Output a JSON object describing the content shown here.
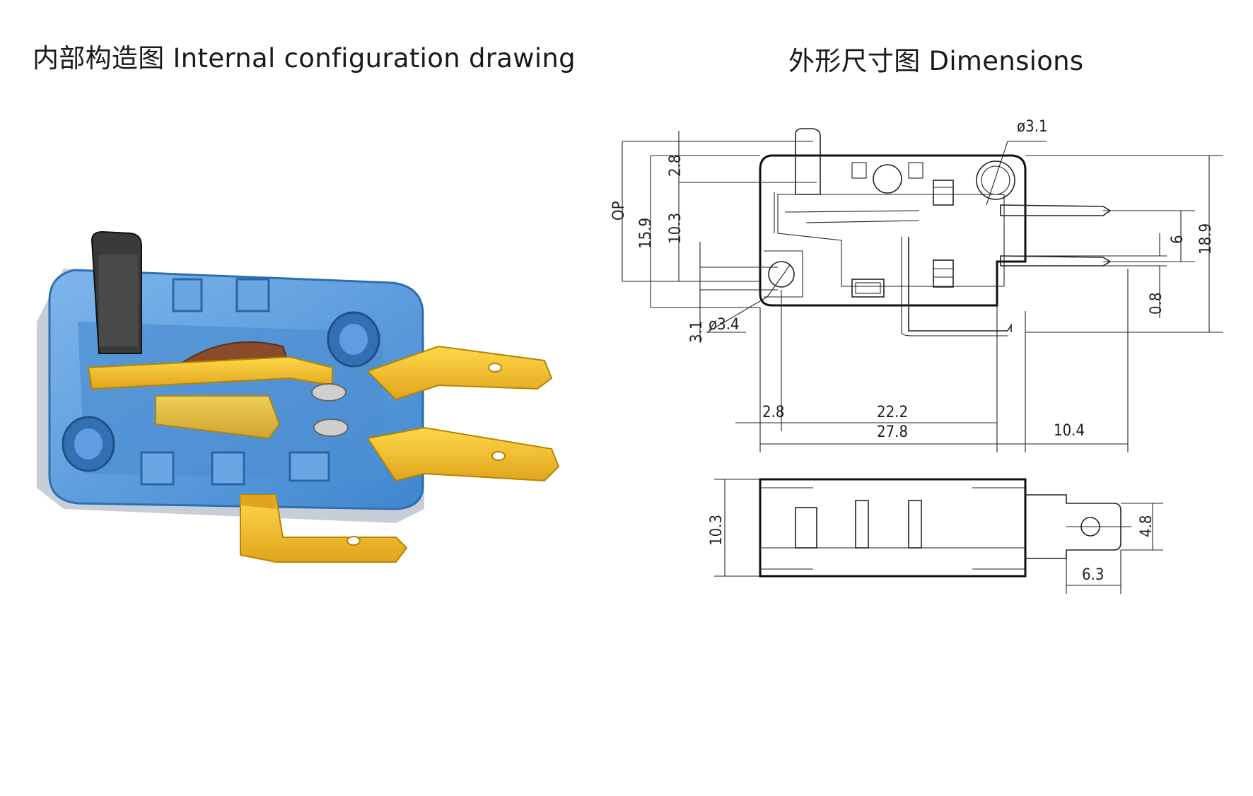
{
  "titles": {
    "left": "内部构造图 Internal configuration drawing",
    "right": "外形尺寸图 Dimensions"
  },
  "dimensions": {
    "phi_3_1": "ø3.1",
    "phi_3_4": "ø3.4",
    "v_2_8": "2.8",
    "v_op": "OP",
    "v_15_9": "15.9",
    "v_10_3": "10.3",
    "v_3_1": "3.1",
    "v_6": "6",
    "v_18_9": "18.9",
    "v_0_8": "0.8",
    "h_2_8": "2.8",
    "h_22_2": "22.2",
    "h_27_8": "27.8",
    "h_10_4": "10.4",
    "side_10_3": "10.3",
    "side_4_8": "4.8",
    "side_6_3": "6.3"
  },
  "colors": {
    "housing_blue": "#5b9bd5",
    "terminal_gold": "#f2c12e",
    "actuator_dark": "#3a3a3a"
  }
}
